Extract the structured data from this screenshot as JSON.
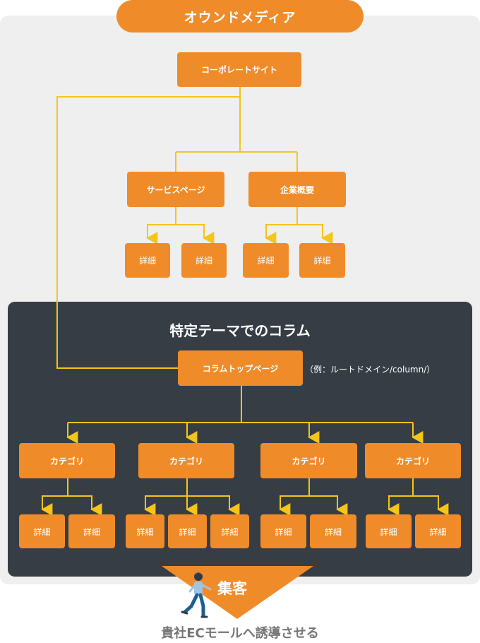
{
  "header": {
    "title": "オウンドメディア"
  },
  "top_tree": {
    "root": "コーポレートサイト",
    "branches": [
      {
        "label": "サービスページ",
        "children": [
          "詳細",
          "詳細"
        ]
      },
      {
        "label": "企業概要",
        "children": [
          "詳細",
          "詳細"
        ]
      }
    ]
  },
  "column_section": {
    "title": "特定テーマでのコラム",
    "top_page": "コラムトップページ",
    "example": "（例：ルートドメイン/column/）",
    "categories": [
      {
        "label": "カテゴリ",
        "children": [
          "詳細",
          "詳細"
        ]
      },
      {
        "label": "カテゴリ",
        "children": [
          "詳細",
          "詳細",
          "詳細"
        ]
      },
      {
        "label": "カテゴリ",
        "children": [
          "詳細",
          "詳細"
        ]
      },
      {
        "label": "カテゴリ",
        "children": [
          "詳細",
          "詳細"
        ]
      }
    ]
  },
  "funnel": {
    "label": "集客"
  },
  "footer": {
    "text": "貴社ECモールへ誘導させる"
  },
  "colors": {
    "orange": "#f08b2a",
    "line": "#f5c518",
    "dark_panel": "#363d45",
    "light_panel": "#efefef"
  }
}
